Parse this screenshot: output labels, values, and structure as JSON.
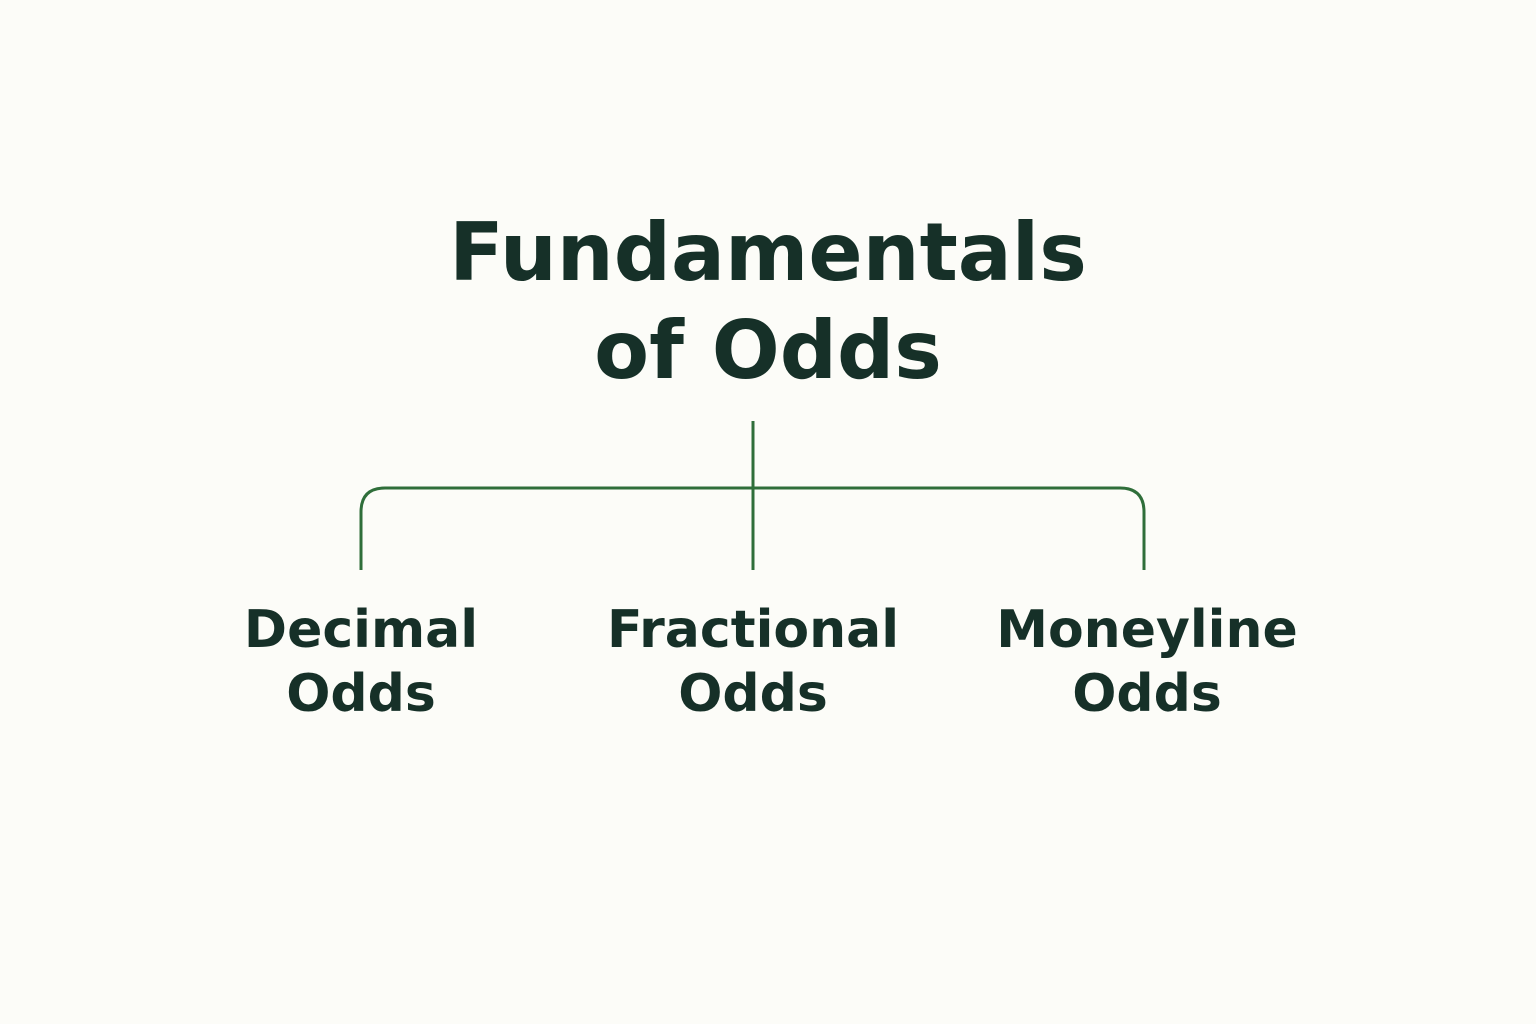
{
  "colors": {
    "background": "#fcfcf8",
    "text": "#163028",
    "connector": "#2f6e3a"
  },
  "root": {
    "title_line1": "Fundamentals",
    "title_line2": "of Odds"
  },
  "children": [
    {
      "line1": "Decimal",
      "line2": "Odds"
    },
    {
      "line1": "Fractional",
      "line2": "Odds"
    },
    {
      "line1": "Moneyline",
      "line2": "Odds"
    }
  ]
}
